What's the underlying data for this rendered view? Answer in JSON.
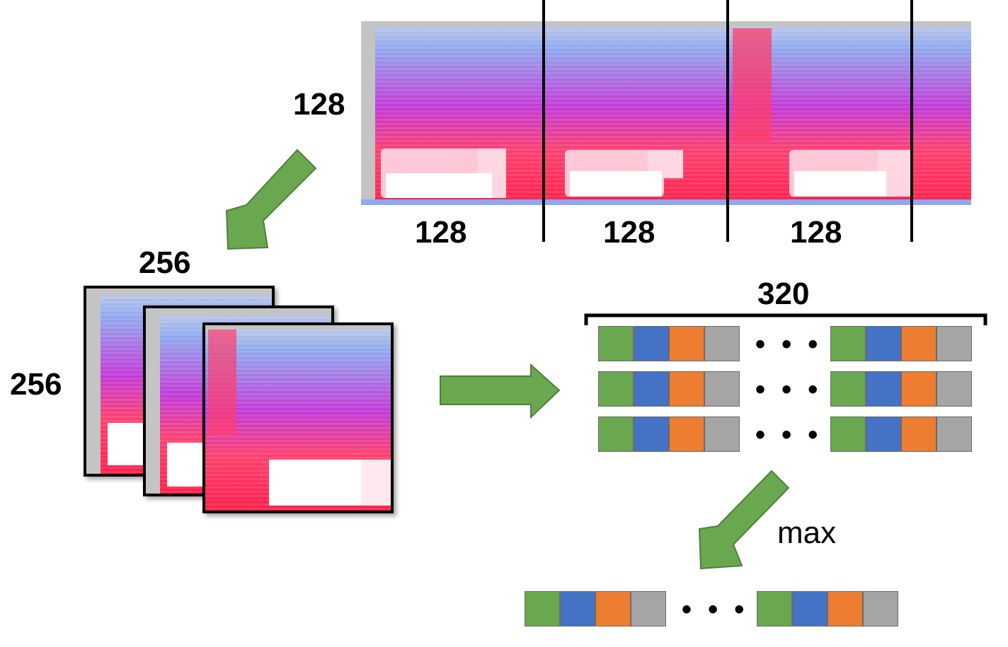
{
  "labels": {
    "spec_height": "128",
    "segment_widths": [
      "128",
      "128",
      "128"
    ],
    "crop_width": "256",
    "crop_height": "256",
    "feature_dim": "320",
    "pool_op": "max"
  },
  "ellipsis": "• • •",
  "colors": {
    "arrow": "#6aa84f",
    "arrow_stroke": "#4f7f3a",
    "feature_cells": [
      "#6aa84f",
      "#4472c4",
      "#ed7d31",
      "#a5a5a5"
    ],
    "spec_bg": "#c4c4c4",
    "spec_low": "#7d9ef0",
    "spec_mid": "#f0307a",
    "spec_high": "#ffffff"
  }
}
